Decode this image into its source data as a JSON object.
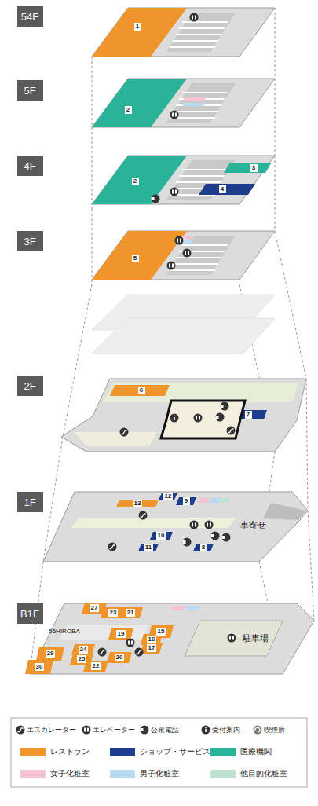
{
  "diagram": {
    "nodes": [
      {
        "text": [
          "54F"
        ]
      },
      {
        "text": [
          "5F"
        ]
      },
      {
        "text": [
          "4F"
        ]
      },
      {
        "text": [
          "3F"
        ]
      },
      {
        "text": [
          "2F"
        ]
      },
      {
        "text": [
          "1F"
        ]
      },
      {
        "text": [
          "B1F"
        ]
      },
      {
        "text": [
          "1"
        ]
      },
      {
        "text": [
          "2"
        ]
      },
      {
        "text": [
          "2"
        ]
      },
      {
        "text": [
          "3"
        ]
      },
      {
        "text": [
          "4"
        ]
      },
      {
        "text": [
          "5"
        ]
      },
      {
        "text": [
          "6"
        ]
      },
      {
        "text": [
          "7"
        ]
      },
      {
        "text": [
          "13"
        ]
      },
      {
        "text": [
          "12"
        ]
      },
      {
        "text": [
          "9"
        ]
      },
      {
        "text": [
          "10"
        ]
      },
      {
        "text": [
          "11"
        ]
      },
      {
        "text": [
          "8"
        ]
      },
      {
        "text": [
          "27"
        ]
      },
      {
        "text": [
          "23"
        ]
      },
      {
        "text": [
          "21"
        ]
      },
      {
        "text": [
          "19"
        ]
      },
      {
        "text": [
          "15"
        ]
      },
      {
        "text": [
          "16"
        ]
      },
      {
        "text": [
          "17"
        ]
      },
      {
        "text": [
          "20"
        ]
      },
      {
        "text": [
          "24"
        ]
      },
      {
        "text": [
          "25"
        ]
      },
      {
        "text": [
          "22"
        ]
      },
      {
        "text": [
          "29"
        ]
      },
      {
        "text": [
          "30"
        ]
      }
    ],
    "labels": [
      "車寄せ",
      "55HIROBA",
      "駐車場"
    ],
    "legend": [
      {
        "text": "エスカレーター"
      },
      {
        "text": "エレベーター"
      },
      {
        "text": "公衆電話"
      },
      {
        "text": "受付案内"
      },
      {
        "text": "喫煙所"
      },
      {
        "text": "レストラン",
        "color": "#f0952b"
      },
      {
        "text": "ショップ・サービス",
        "color": "#1d3c8c"
      },
      {
        "text": "医療機関",
        "color": "#2bb39a"
      },
      {
        "text": "女子化粧室",
        "color": "#f6c3d4"
      },
      {
        "text": "男子化粧室",
        "color": "#b8dbf1"
      },
      {
        "text": "他目的化粧室",
        "color": "#bde2cf"
      }
    ]
  }
}
